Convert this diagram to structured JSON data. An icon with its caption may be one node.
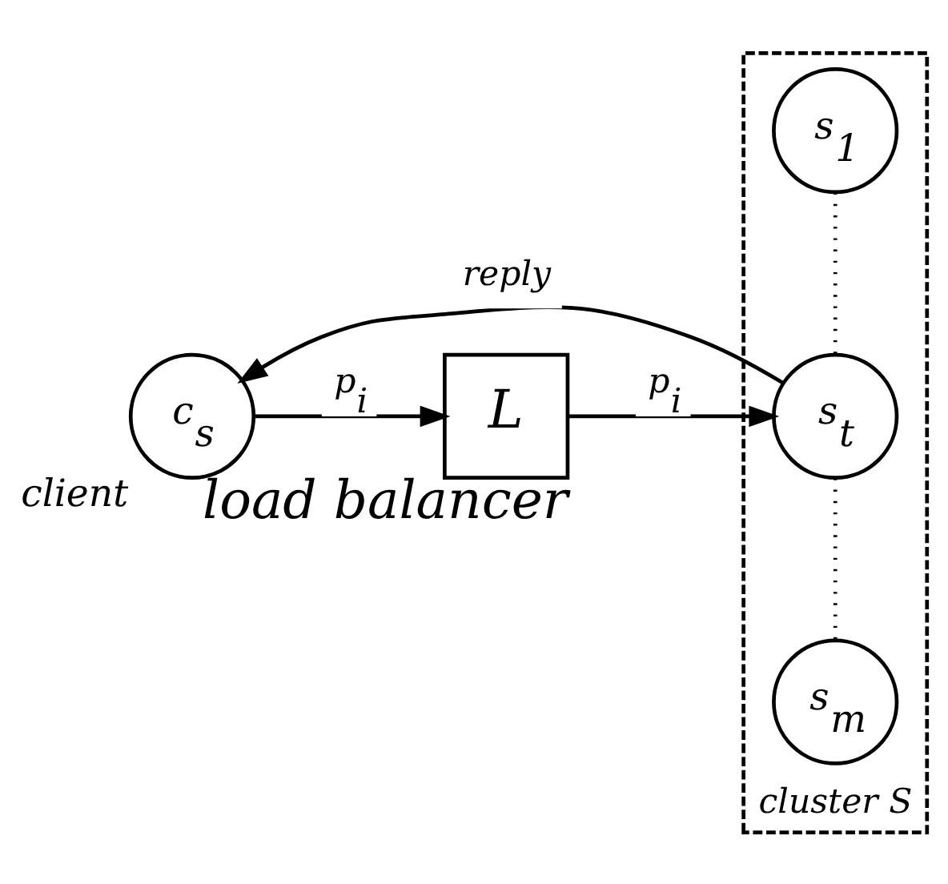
{
  "diagram": {
    "nodes": [
      {
        "text": [
          "cluster S"
        ]
      },
      {
        "text": [
          "c$_{s}$"
        ],
        "beside": [
          "client"
        ]
      },
      {
        "text": [
          "L"
        ],
        "beside": [
          "load balancer"
        ]
      },
      {
        "text": [
          "s$_{1}$"
        ],
        "in": 0
      },
      {
        "text": [
          "s$_{t}$"
        ],
        "in": 0
      },
      {
        "text": [
          "s$_{m}$"
        ],
        "in": 0
      }
    ],
    "edges": [
      {
        "from": 1,
        "to": 2,
        "arrow": "to",
        "label": "p$_{i}$"
      },
      {
        "from": 2,
        "to": 4,
        "arrow": "to",
        "label": "p$_{i}$"
      },
      {
        "from": 4,
        "to": 1,
        "arrow": "to",
        "label": "reply"
      },
      {
        "from": 3,
        "to": 4,
        "arrow": "none",
        "style": "dashed"
      },
      {
        "from": 4,
        "to": 5,
        "arrow": "none",
        "style": "dashed"
      }
    ]
  }
}
